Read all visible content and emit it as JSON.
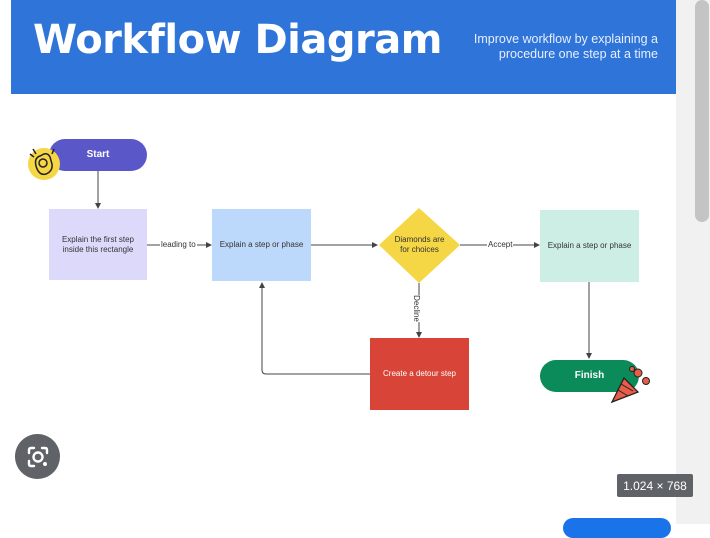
{
  "header": {
    "title": "Workflow Diagram",
    "subtitle_line1": "Improve workflow by explaining a",
    "subtitle_line2": "procedure one step at a time"
  },
  "diagram": {
    "nodes": {
      "start": "Start",
      "first_step_line1": "Explain the first step",
      "first_step_line2": "inside this rectangle",
      "step_phase_1": "Explain a step or phase",
      "diamond_line1": "Diamonds are",
      "diamond_line2": "for choices",
      "step_phase_2": "Explain a step or phase",
      "detour": "Create a detour step",
      "finish": "Finish"
    },
    "edge_labels": {
      "leading_to": "leading to",
      "accept": "Accept",
      "decline": "Decline"
    },
    "colors": {
      "start": "#5a57c9",
      "first_step": "#ddd9fb",
      "step_phase_1": "#bcd8fb",
      "diamond": "#f5d645",
      "step_phase_2": "#cdeee4",
      "detour": "#d84437",
      "finish": "#0b8a5a"
    }
  },
  "overlay": {
    "image_size": "1.024 × 768",
    "lens_icon": "lens-search-icon"
  }
}
